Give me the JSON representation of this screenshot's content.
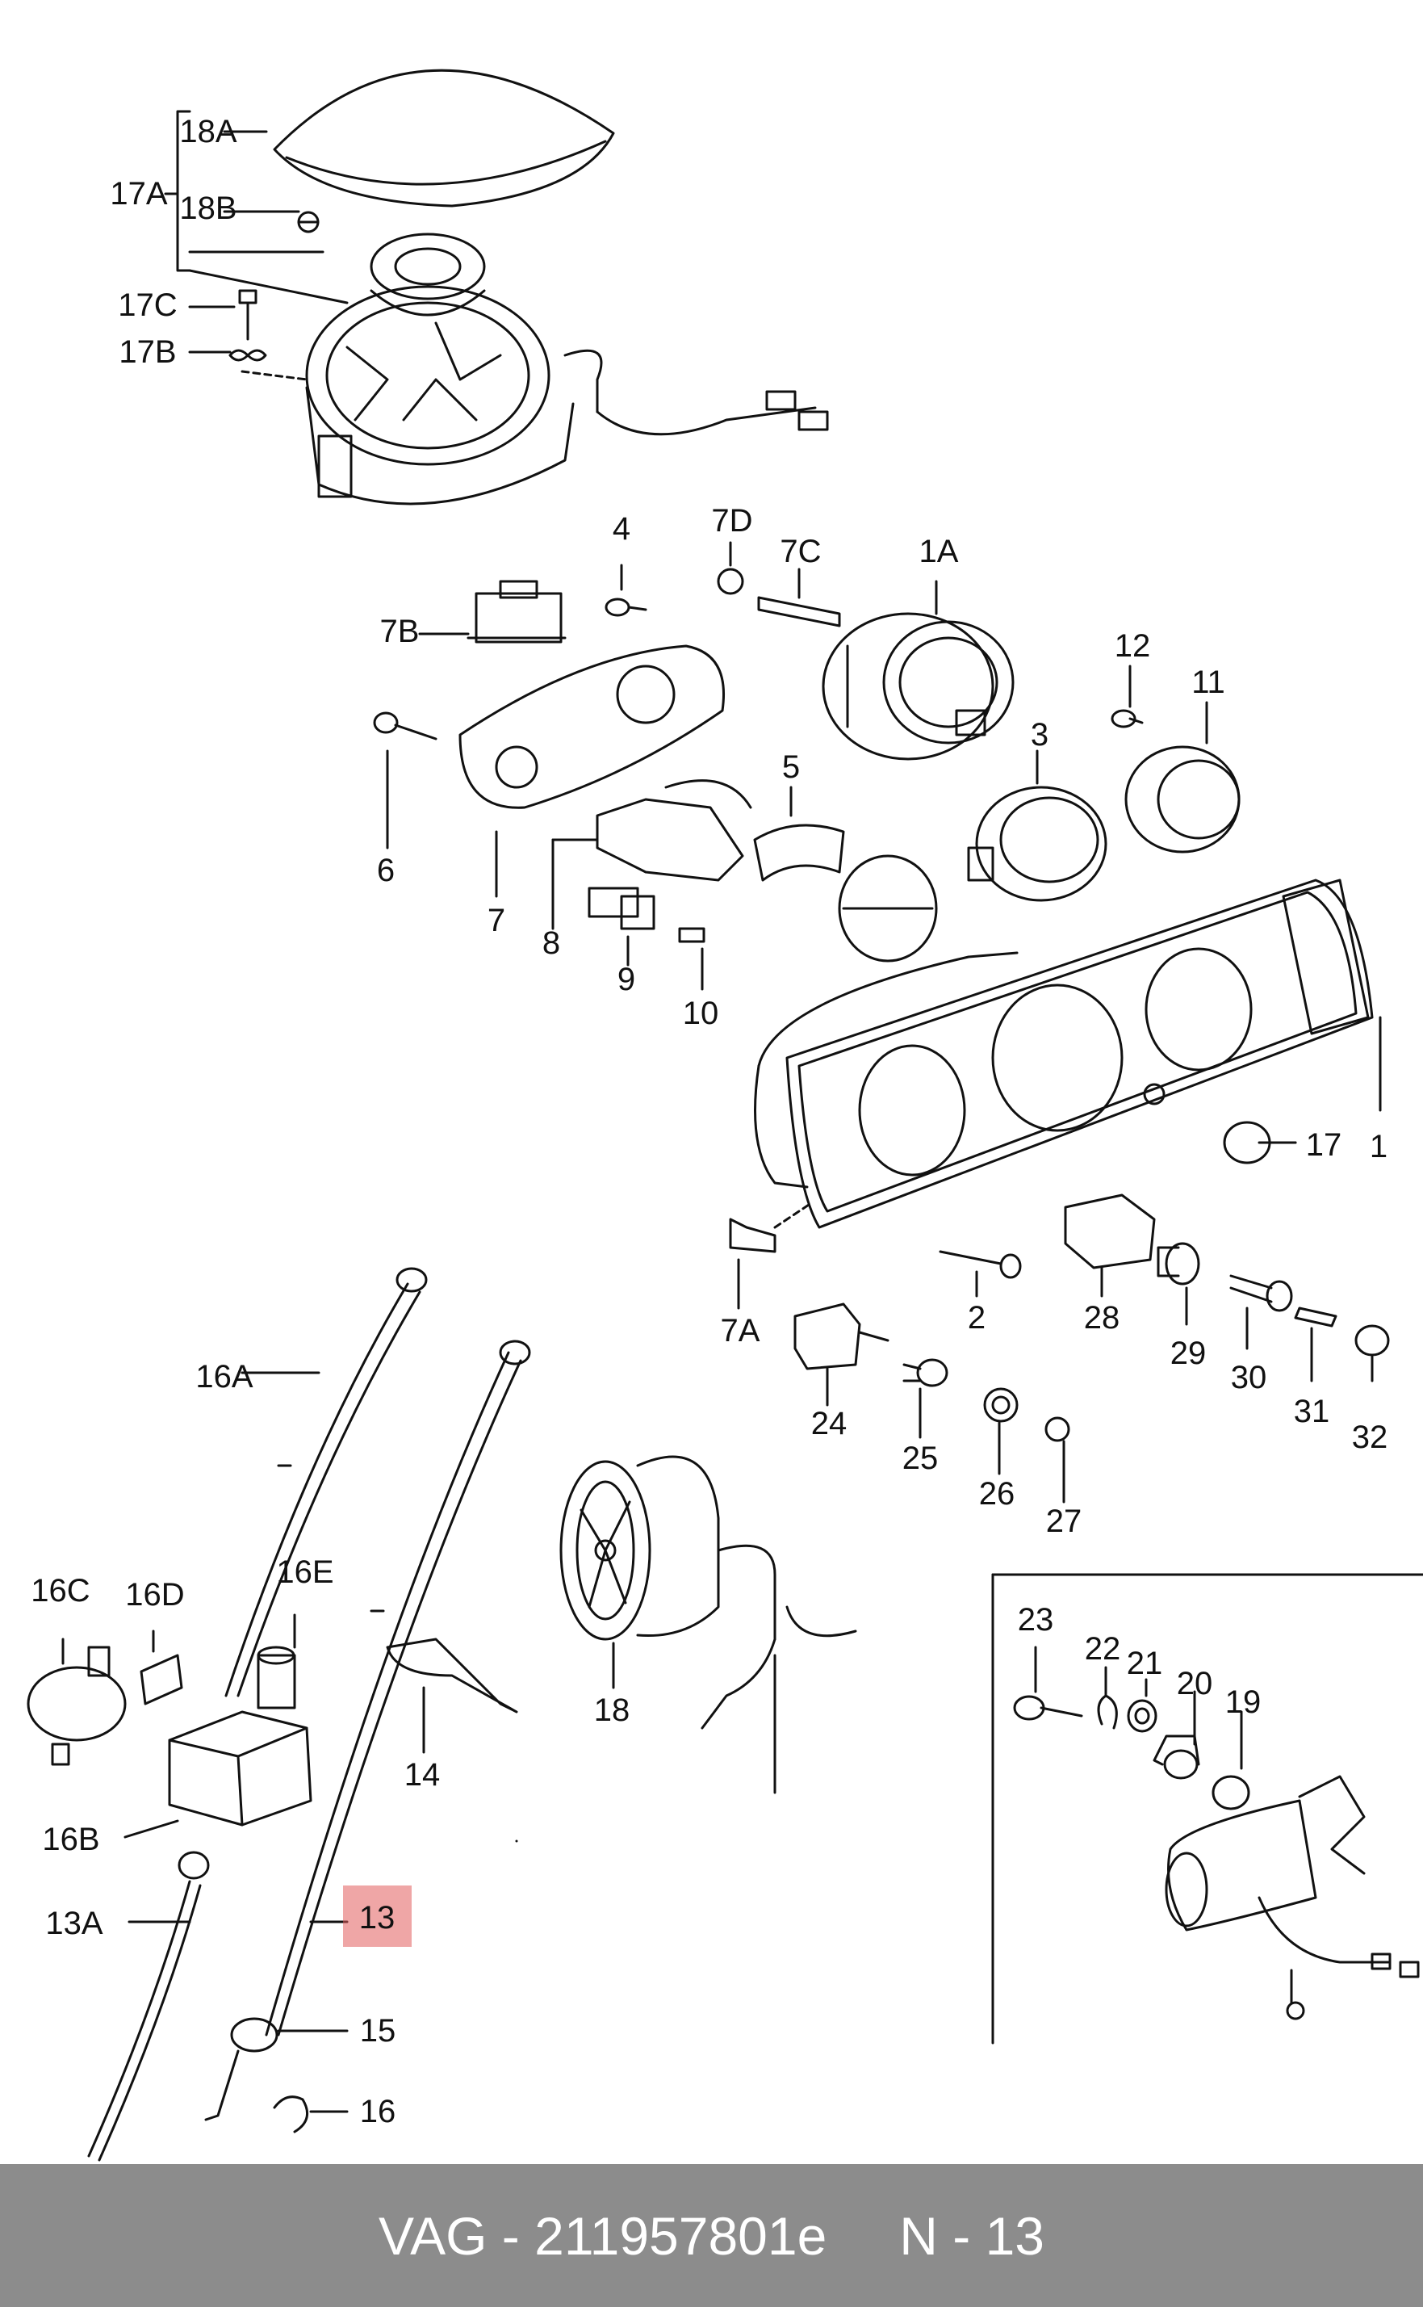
{
  "labels": {
    "l18A": "18A",
    "l17A": "17A",
    "l18B": "18B",
    "l17C": "17C",
    "l17B": "17B",
    "l4": "4",
    "l7D": "7D",
    "l7C": "7C",
    "l1A": "1A",
    "l7B": "7B",
    "l12": "12",
    "l11": "11",
    "l3": "3",
    "l5": "5",
    "l6": "6",
    "l7": "7",
    "l8": "8",
    "l9": "9",
    "l10": "10",
    "l1": "1",
    "l17": "17",
    "l7A": "7A",
    "l2": "2",
    "l28": "28",
    "l29": "29",
    "l30": "30",
    "l31": "31",
    "l32": "32",
    "l24": "24",
    "l25": "25",
    "l26": "26",
    "l27": "27",
    "l16A": "16A",
    "l16C": "16C",
    "l16D": "16D",
    "l16E": "16E",
    "l14": "14",
    "l18": "18",
    "l23": "23",
    "l22": "22",
    "l21": "21",
    "l20": "20",
    "l19": "19",
    "l16B": "16B",
    "l13A": "13A",
    "l13": "13",
    "l15": "15",
    "l16": "16"
  },
  "highlight": {
    "part": "13",
    "color": "#e25c5c"
  },
  "footer": {
    "part_number": "VAG - 211957801e",
    "page": "N - 13"
  }
}
